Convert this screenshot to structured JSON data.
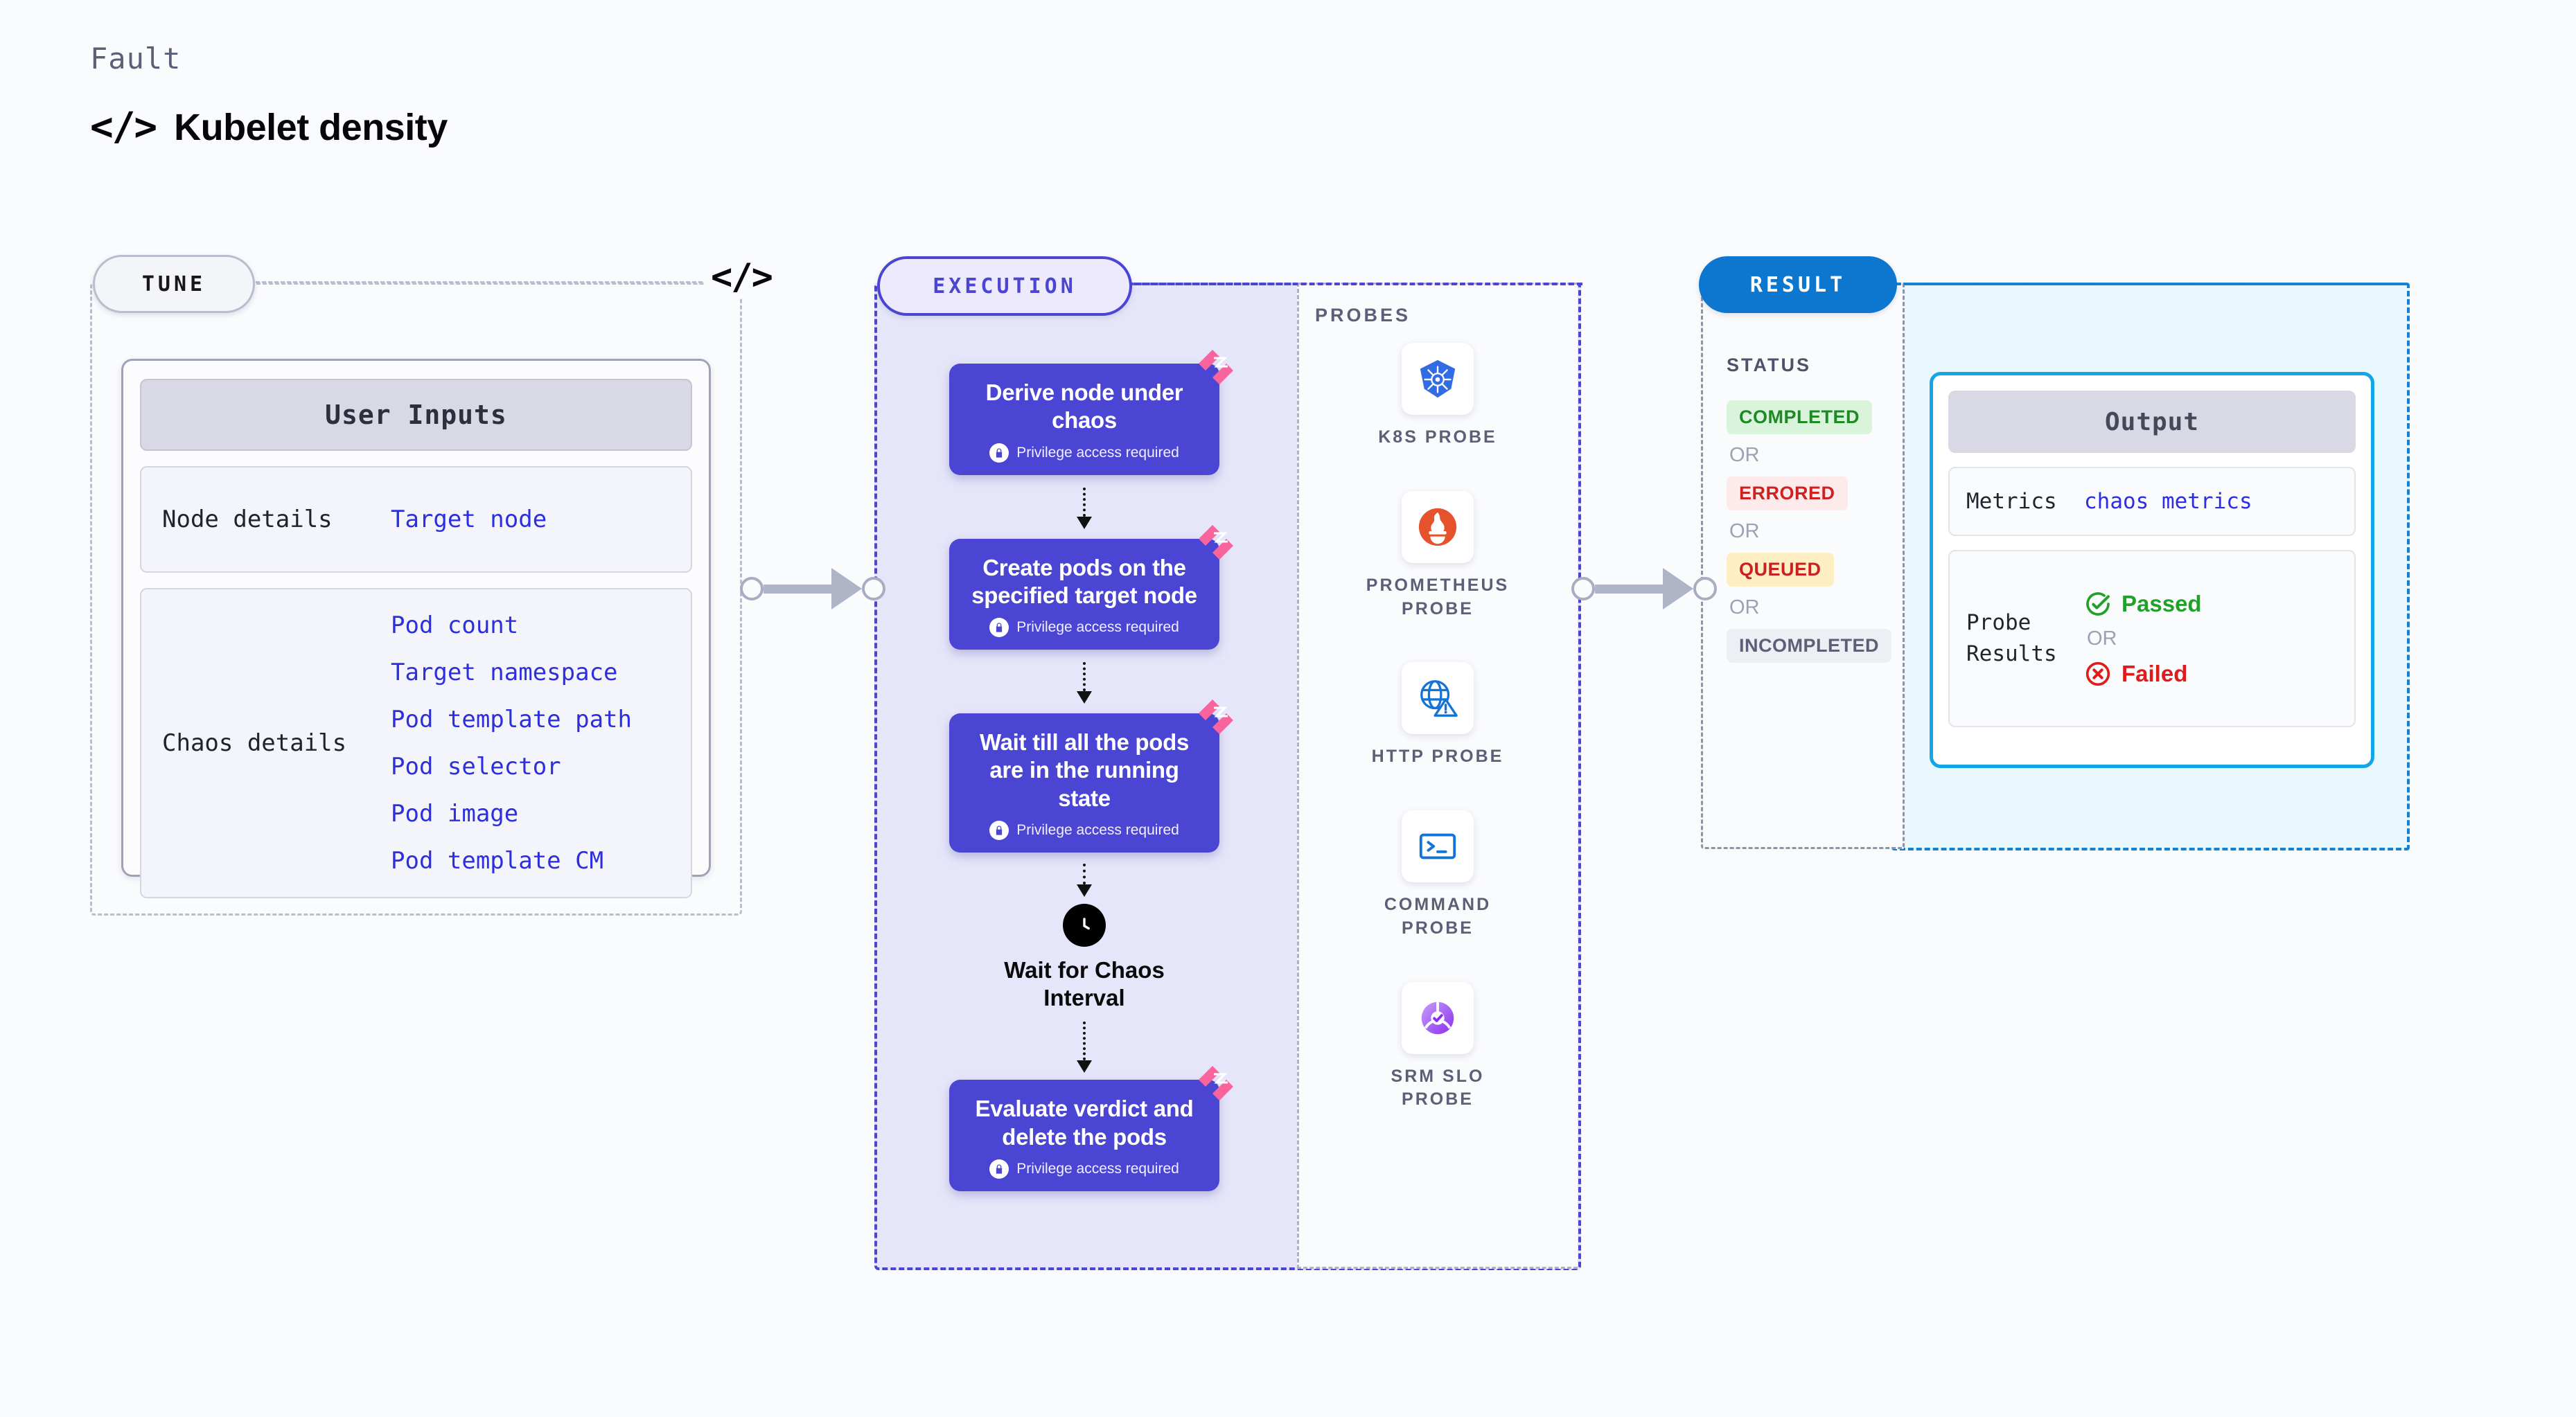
{
  "header": {
    "eyebrow": "Fault",
    "code_icon": "</>",
    "title": "Kubelet density"
  },
  "tune": {
    "pill_label": "TUNE",
    "line_code_icon": "</>",
    "card_title": "User Inputs",
    "rows": [
      {
        "key": "Node details",
        "values": [
          "Target node"
        ]
      },
      {
        "key": "Chaos details",
        "values": [
          "Pod count",
          "Target namespace",
          "Pod template path",
          "Pod selector",
          "Pod image",
          "Pod template CM"
        ]
      }
    ]
  },
  "execution": {
    "pill_label": "EXECUTION",
    "privilege_note": "Privilege access required",
    "nodes": [
      {
        "title": "Derive node under chaos",
        "privileged": true
      },
      {
        "title": "Create pods on the specified target node",
        "privileged": true
      },
      {
        "title": "Wait till all the pods are in the running state",
        "privileged": true
      }
    ],
    "wait_step": {
      "icon": "clock-icon",
      "label": "Wait for Chaos Interval"
    },
    "final_node": {
      "title": "Evaluate verdict and delete the pods",
      "privileged": true
    }
  },
  "probes": {
    "section_label": "PROBES",
    "items": [
      {
        "name": "K8S PROBE",
        "icon": "kubernetes-icon"
      },
      {
        "name": "PROMETHEUS PROBE",
        "icon": "prometheus-icon"
      },
      {
        "name": "HTTP PROBE",
        "icon": "globe-warning-icon"
      },
      {
        "name": "COMMAND PROBE",
        "icon": "terminal-icon"
      },
      {
        "name": "SRM SLO PROBE",
        "icon": "slo-gauge-icon"
      }
    ]
  },
  "result": {
    "pill_label": "RESULT",
    "status_label": "STATUS",
    "or_label": "OR",
    "statuses": [
      {
        "label": "COMPLETED",
        "bg": "#d9f4da",
        "fg": "#1d8a25"
      },
      {
        "label": "ERRORED",
        "bg": "#fdeaea",
        "fg": "#ce2222"
      },
      {
        "label": "QUEUED",
        "bg": "#fdeec4",
        "fg": "#cb2020"
      },
      {
        "label": "INCOMPLETED",
        "bg": "#eeeff5",
        "fg": "#5b6077"
      }
    ],
    "output": {
      "title": "Output",
      "metrics_key": "Metrics",
      "metrics_value": "chaos metrics",
      "probe_results_key": "Probe Results",
      "passed_label": "Passed",
      "failed_label": "Failed",
      "or_label": "OR"
    }
  },
  "colors": {
    "indigo": "#4b45d4",
    "exec_bg": "#e6e6fa",
    "result_blue": "#0d76cf",
    "cyan_border": "#12a5e8",
    "cyan_bg": "#e9f8fd",
    "ribbon_pink": "#f9649d",
    "value_blue": "#2d2ee0",
    "passed_green": "#22a02a",
    "failed_red": "#e01b1b"
  }
}
